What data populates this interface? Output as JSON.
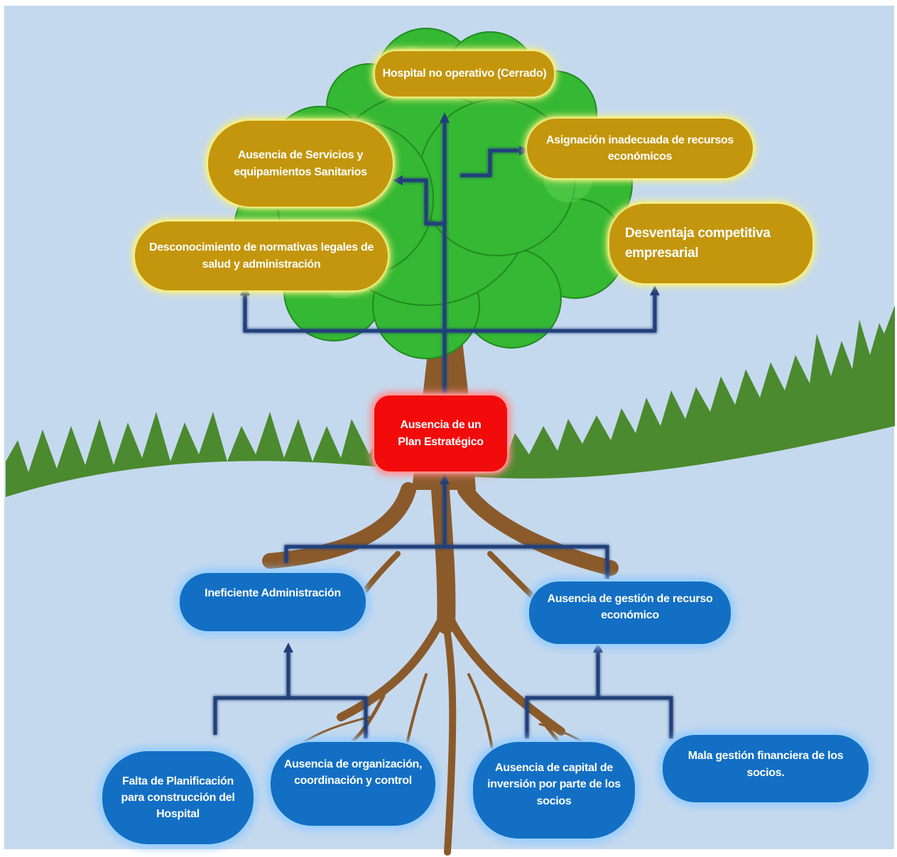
{
  "core_problem": "Ausencia de un\nPlan Estratégico",
  "effects": {
    "top": "Hospital no operativo (Cerrado)",
    "services": "Ausencia de Servicios  y\nequipamientos  Sanitarios",
    "resources": "Asignación inadecuada de recursos\neconómicos",
    "regulations": "Desconocimiento de normativas legales de\nsalud y administración",
    "competitive": "Desventaja competitiva\nempresarial"
  },
  "causes": {
    "administration": "Ineficiente  Administración",
    "economic_management": "Ausencia de  gestión de recurso\neconómico",
    "planning": "Falta de Planificación\npara construcción del\nHospital",
    "organization": "Ausencia de organización,\ncoordinación y control",
    "capital": "Ausencia de capital de\ninversión por parte de los\nsocios",
    "financial": "Mala gestión financiera de los\nsocios."
  },
  "colors": {
    "sky": "#c5d9ee",
    "foliage": "#35b833",
    "foliage_light": "#5fd256",
    "grass": "#4b8a2e",
    "trunk": "#8b5a2b",
    "effect_box": "#c3960d",
    "core_box": "#f20b0b",
    "cause_box": "#136fc3",
    "connector": "#233f7a"
  }
}
